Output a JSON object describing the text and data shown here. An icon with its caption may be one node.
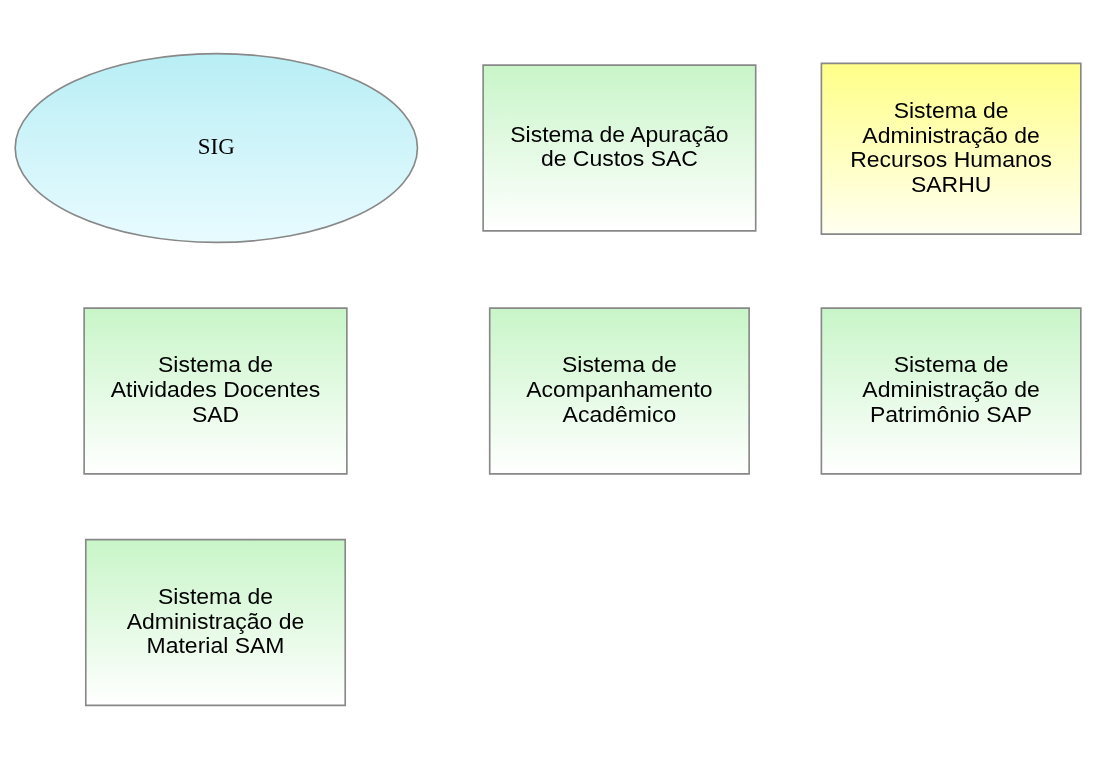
{
  "diagram": {
    "nodes": [
      {
        "text": [
          "Sistema de Atividades Docentes SAD"
        ]
      },
      {
        "text": [
          "Sistema de Apuração de Custos SAC"
        ]
      },
      {
        "text": [
          "Sistema de Acompanhamento Acadêmico"
        ]
      },
      {
        "text": [
          "SIG"
        ]
      },
      {
        "text": [
          "Sistema de Administração de Recursos Humanos SARHU"
        ]
      },
      {
        "text": [
          "Sistema de Administração de Patrimônio SAP"
        ]
      },
      {
        "text": [
          "Sistema de Administração de Material SAM"
        ]
      }
    ],
    "edges": []
  }
}
